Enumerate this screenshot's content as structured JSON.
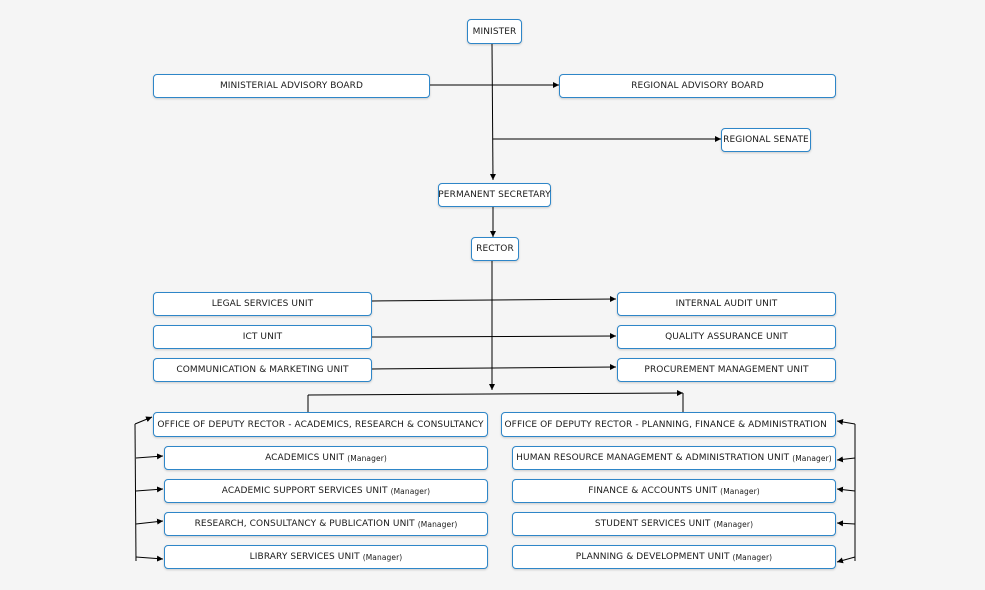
{
  "colors": {
    "border": "#2e86c8",
    "line": "#000000",
    "background": "#f5f5f5"
  },
  "nodes": {
    "minister": "MINISTER",
    "ministerial_advisory_board": "MINISTERIAL ADVISORY BOARD",
    "regional_advisory_board": "REGIONAL ADVISORY BOARD",
    "regional_senate": "REGIONAL SENATE",
    "permanent_secretary": "PERMANENT SECRETARY",
    "rector": "RECTOR",
    "legal_services_unit": "LEGAL SERVICES UNIT",
    "internal_audit_unit": "INTERNAL AUDIT UNIT",
    "ict_unit": "ICT UNIT",
    "quality_assurance_unit": "QUALITY ASSURANCE UNIT",
    "communication_marketing_unit": "COMMUNICATION & MARKETING UNIT",
    "procurement_management_unit": "PROCUREMENT MANAGEMENT UNIT",
    "deputy_rector_academics": "OFFICE OF DEPUTY RECTOR - ACADEMICS, RESEARCH & CONSULTANCY",
    "deputy_rector_planning": "OFFICE OF DEPUTY RECTOR - PLANNING, FINANCE & ADMINISTRATION"
  },
  "left_units": [
    {
      "label": "ACADEMICS UNIT",
      "sub": "(Manager)"
    },
    {
      "label": "ACADEMIC SUPPORT SERVICES UNIT",
      "sub": "(Manager)"
    },
    {
      "label": "RESEARCH, CONSULTANCY & PUBLICATION UNIT",
      "sub": "(Manager)"
    },
    {
      "label": "LIBRARY SERVICES UNIT",
      "sub": "(Manager)"
    }
  ],
  "right_units": [
    {
      "label": "HUMAN RESOURCE MANAGEMENT & ADMINISTRATION UNIT",
      "sub": "(Manager)"
    },
    {
      "label": "FINANCE & ACCOUNTS UNIT",
      "sub": "(Manager)"
    },
    {
      "label": "STUDENT SERVICES UNIT",
      "sub": "(Manager)"
    },
    {
      "label": "PLANNING & DEVELOPMENT UNIT",
      "sub": "(Manager)"
    }
  ]
}
